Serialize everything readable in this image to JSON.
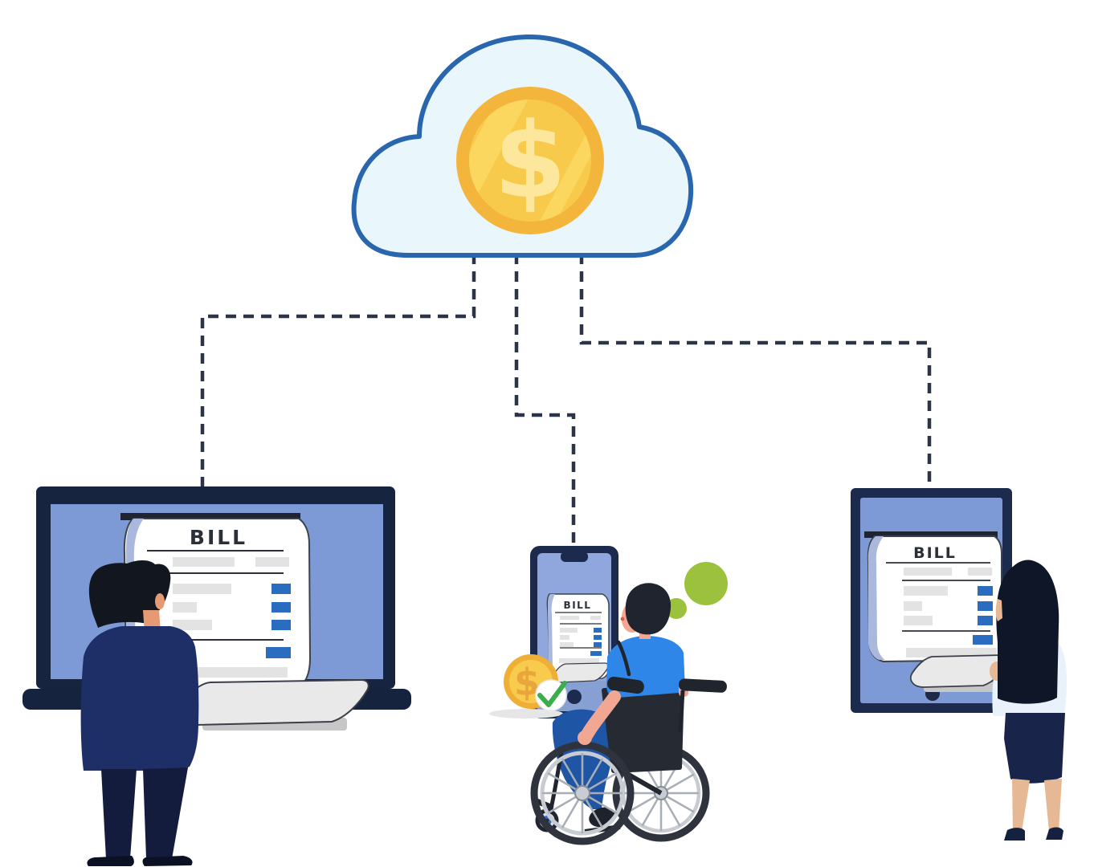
{
  "scene": {
    "description": "Cloud billing illustration: a cloud holding a dollar coin is connected by dashed lines to a laptop, a smartphone and a tablet, each showing a BILL document viewed by a businessman, a wheelchair user and a woman",
    "background": "#ffffff"
  },
  "cloud": {
    "coin_symbol": "$",
    "fill": "#e9f6fb",
    "stroke": "#2966ad",
    "coin_ring": "#f4b53d",
    "coin_face": "#f8ca4c",
    "coin_symbol_color": "#fce79c"
  },
  "connections": {
    "style": "dashed",
    "line_color": "#2b3547"
  },
  "laptop_bill": {
    "title": "BILL"
  },
  "phone_bill": {
    "title": "BILL"
  },
  "tablet_bill": {
    "title": "BILL"
  },
  "phone_coin": {
    "symbol": "$",
    "ring": "#efae36",
    "face": "#f8cb4d",
    "symbol_color": "#e8a63c"
  },
  "checkmark": {
    "color": "#3bae4c",
    "background": "#ffffff"
  },
  "thought_bubbles": {
    "color": "#9cc23d",
    "count": 2
  },
  "palette": {
    "device_frame": "#16243f",
    "device_border": "#1c2b4d",
    "device_screen": "#7e9ad6",
    "phone_screen": "#8fa7dd",
    "bill_paper": "#ffffff",
    "bill_fold": "#e9e9e9",
    "bill_line_gray": "#e3e3e3",
    "bill_line_blue": "#2a6cc0",
    "bill_rule": "#2b2f38",
    "suit_navy": "#1d2f66",
    "pants_navy": "#131c3d",
    "shirt_blue": "#2e86e9",
    "jeans_blue": "#1f55a5",
    "coat_white": "#e9f1fa",
    "skirt_navy": "#19244a",
    "hair_black": "#12161f",
    "skin_tan": "#e59a74",
    "skin_pink": "#f2a793",
    "skin_light": "#e7b894",
    "wheel_tire": "#2e333d",
    "wheel_rim": "#c8ccd2"
  }
}
